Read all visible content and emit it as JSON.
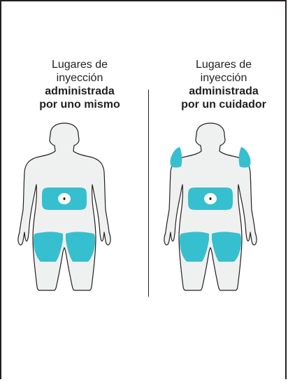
{
  "colors": {
    "injection_site": "#36bfcf",
    "body_fill": "#eff0f0",
    "outline": "#231f20"
  },
  "panels": [
    {
      "id": "self",
      "title_line1": "Lugares de",
      "title_line2": "inyección",
      "title_line3": "administrada",
      "title_line4": "por uno mismo",
      "sites": [
        "abdomen",
        "left-thigh",
        "right-thigh"
      ]
    },
    {
      "id": "caregiver",
      "title_line1": "Lugares de",
      "title_line2": "inyección",
      "title_line3": "administrada",
      "title_line4": "por un cuidador",
      "sites": [
        "abdomen",
        "left-thigh",
        "right-thigh",
        "left-upper-arm",
        "right-upper-arm"
      ]
    }
  ]
}
